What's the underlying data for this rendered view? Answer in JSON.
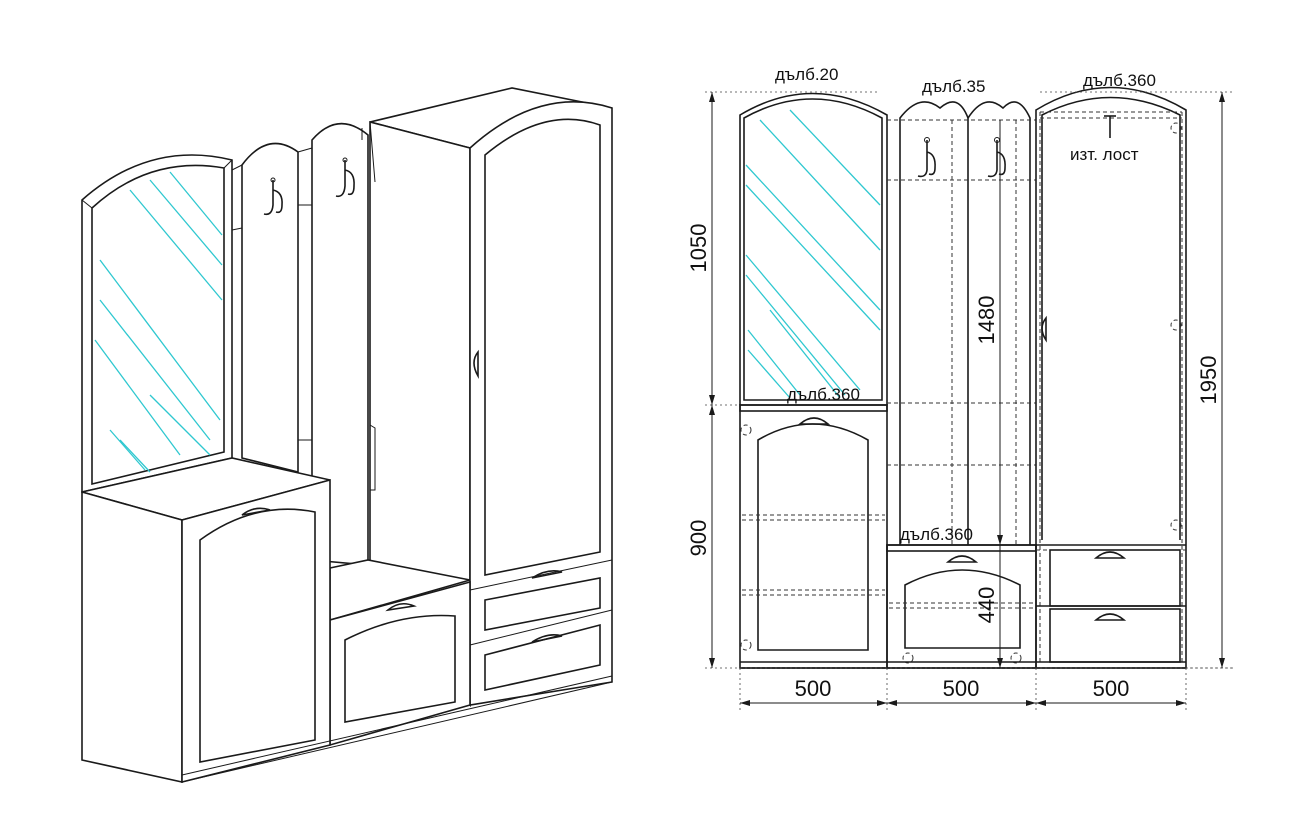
{
  "labels": {
    "depth_mirror": "дълб.20",
    "depth_hooks": "дълб.35",
    "depth_wardrobe": "дълб.360",
    "depth_lower_cabinet": "дълб.360",
    "depth_bench": "дълб.360",
    "rod_label": "изт. лост"
  },
  "dimensions": {
    "upper_height": "1050",
    "lower_height": "900",
    "hook_panel_height": "1480",
    "total_height": "1950",
    "bench_height": "440",
    "width_left": "500",
    "width_middle": "500",
    "width_right": "500"
  },
  "colors": {
    "line": "#1a1a1a",
    "mirror_glass": "#2fc8d0"
  }
}
